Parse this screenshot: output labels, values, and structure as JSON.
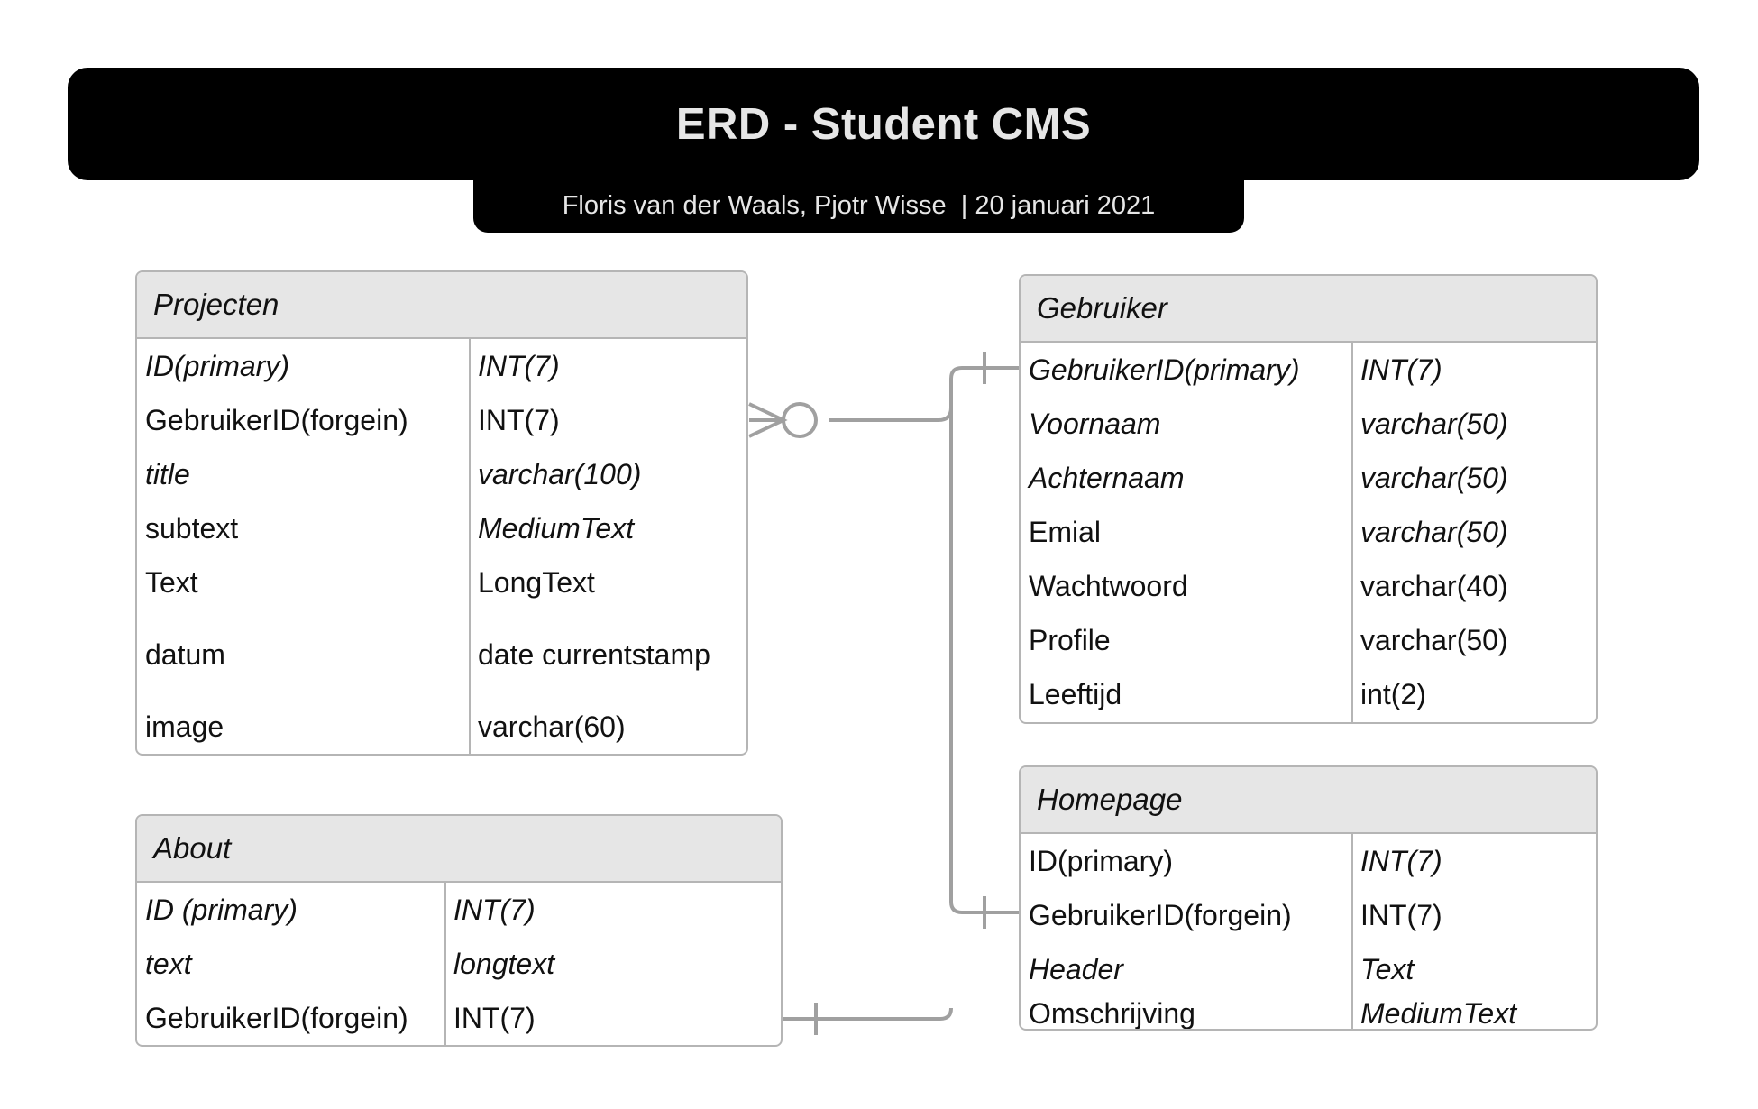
{
  "header": {
    "title": "ERD - Student CMS",
    "subtitle": "Floris van der Waals, Pjotr Wisse  | 20 januari 2021"
  },
  "colors": {
    "title_bar": "#000000",
    "title_text": "#e6e6e6",
    "entity_header": "#e6e6e6",
    "border": "#b5b5b5",
    "connector": "#a0a0a0"
  },
  "entities": {
    "projecten": {
      "name": "Projecten",
      "fields": [
        {
          "name": "ID(primary)",
          "type": "INT(7)"
        },
        {
          "name": "GebruikerID(forgein)",
          "type": "INT(7)"
        },
        {
          "name": "title",
          "type": "varchar(100)"
        },
        {
          "name": "subtext",
          "type": "MediumText"
        },
        {
          "name": "Text",
          "type": "LongText"
        },
        {
          "name": "datum",
          "type": "date currentstamp"
        },
        {
          "name": "image",
          "type": "varchar(60)"
        }
      ]
    },
    "about": {
      "name": "About",
      "fields": [
        {
          "name": "ID (primary)",
          "type": "INT(7)"
        },
        {
          "name": "text",
          "type": "longtext"
        },
        {
          "name": "GebruikerID(forgein)",
          "type": "INT(7)"
        }
      ]
    },
    "gebruiker": {
      "name": "Gebruiker",
      "fields": [
        {
          "name": "GebruikerID(primary)",
          "type": "INT(7)"
        },
        {
          "name": "Voornaam",
          "type": "varchar(50)"
        },
        {
          "name": "Achternaam",
          "type": "varchar(50)"
        },
        {
          "name": "Emial",
          "type": "varchar(50)"
        },
        {
          "name": "Wachtwoord",
          "type": "varchar(40)"
        },
        {
          "name": "Profile",
          "type": "varchar(50)"
        },
        {
          "name": "Leeftijd",
          "type": "int(2)"
        }
      ]
    },
    "homepage": {
      "name": "Homepage",
      "fields": [
        {
          "name": "ID(primary)",
          "type": "INT(7)"
        },
        {
          "name": "GebruikerID(forgein)",
          "type": "INT(7)"
        },
        {
          "name": "Header",
          "type": "Text"
        },
        {
          "name": "Omschrijving",
          "type": "MediumText"
        }
      ]
    }
  },
  "relationships": [
    {
      "from": "Gebruiker.GebruikerID(primary)",
      "to": "Projecten.GebruikerID(forgein)",
      "from_end": "one",
      "to_end": "zero-or-many"
    },
    {
      "from": "Gebruiker.GebruikerID(primary)",
      "to": "Homepage.GebruikerID(forgein)",
      "from_end": "one",
      "to_end": "one"
    },
    {
      "from": "Gebruiker.GebruikerID(primary)",
      "to": "About.GebruikerID(forgein)",
      "from_end": "one",
      "to_end": "one"
    }
  ]
}
